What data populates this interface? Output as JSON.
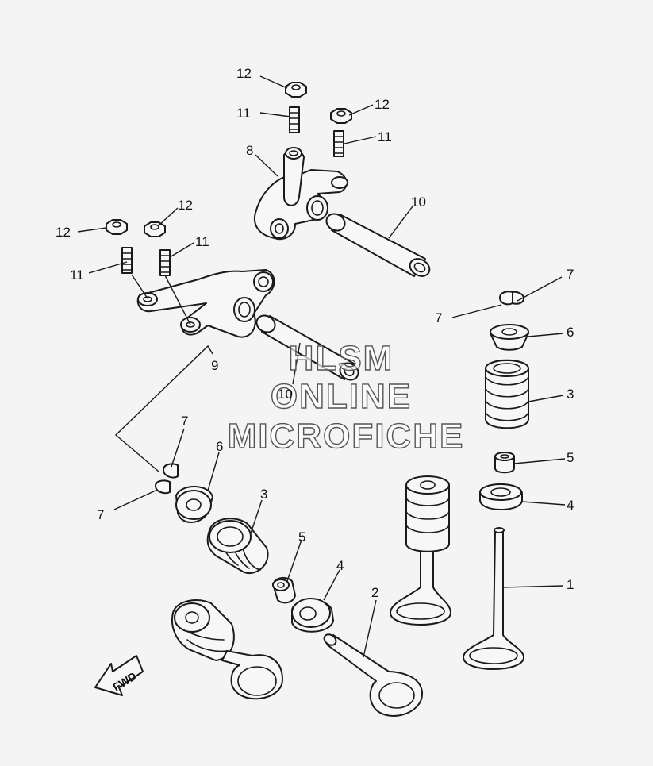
{
  "watermark": {
    "line1": "HLSM",
    "line2": "ONLINE",
    "line3": "MICROFICHE"
  },
  "direction_label": "FWD",
  "callouts": {
    "c12_top": "12",
    "c11_top": "11",
    "c12_top_right": "12",
    "c11_top_right": "11",
    "c8": "8",
    "c10_upper": "10",
    "c12_left": "12",
    "c12_left2": "12",
    "c11_left": "11",
    "c11_left2": "11",
    "c9": "9",
    "c10_lower": "10",
    "c7_right_a": "7",
    "c7_right_b": "7",
    "c6_right": "6",
    "c3_right": "3",
    "c5_right": "5",
    "c4_right": "4",
    "c1": "1",
    "c7_left_a": "7",
    "c7_left_b": "7",
    "c6_left": "6",
    "c3_left": "3",
    "c5_left": "5",
    "c4_left": "4",
    "c2": "2"
  },
  "colors": {
    "line": "#1a1a1a",
    "background": "#f4f4f4"
  }
}
